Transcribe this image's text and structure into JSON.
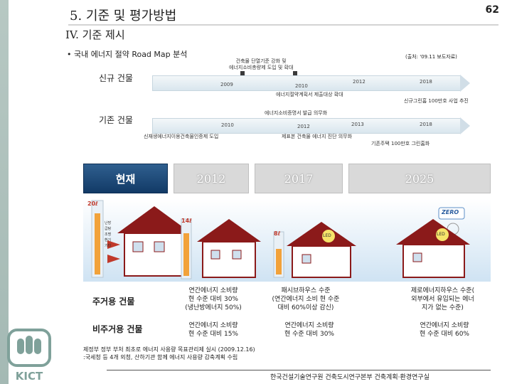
{
  "header": {
    "page_number": "62",
    "title": "5. 기준 및 평가방법",
    "subtitle": "IV. 기준 제시"
  },
  "section": {
    "bullet": "• 국내 에너지 절약 Road Map 분석",
    "source": "(출처: '09.11 보도자료)"
  },
  "roadmap": {
    "new_building": {
      "label": "신규 건물",
      "top_note": "건축물 단열기준 강화 및\n에너지소비총량제 도입 및 확대",
      "years": [
        "2009",
        "2010",
        "2012",
        "2018"
      ],
      "below_note": "에너지절약계획서 제출대상 확대",
      "right_note": "신규그린홈 100만호 사업 추진"
    },
    "existing_building": {
      "label": "기존 건물",
      "top_note": "에너지소비증명서 발급 의무화",
      "years": [
        "2010",
        "2012",
        "2013",
        "2018"
      ],
      "left_note": "신재생에너지이용건축물인증제 도입",
      "mid_note": "제표본 건축물 에너지 진단 의무화",
      "right_note": "기존주택 100만호 그린홈화"
    }
  },
  "timeline": {
    "current": "현재",
    "years": [
      "2012",
      "2017",
      "2025"
    ]
  },
  "illustration": {
    "therm_current": "20ℓ",
    "therm_2012": "14ℓ",
    "therm_2017": "8ℓ",
    "zero_badge": "ZERO",
    "led_label": "LED",
    "current_side_labels": [
      "난방",
      "급탕",
      "조명",
      "환기",
      "기타"
    ]
  },
  "table": {
    "rows": [
      {
        "category": "주거용 건물",
        "cells": [
          "연간에너지 소비량\n현 수준 대비 30%\n(냉난방에너지 50%)",
          "패시브하우스 수준\n(연간에너지 소비 현 수준\n대비 60%이상 감신)",
          "제로에너지하우스 수준(\n외부에서 유입되는 에너\n지가 없는 수준)"
        ]
      },
      {
        "category": "비주거용 건물",
        "cells": [
          "연간에너지 소비량\n현 수준 대비 15%",
          "연간에너지 소비량\n현 수준 대비 30%",
          "연간에너지 소비량\n현 수준 대비 60%"
        ]
      }
    ]
  },
  "footnote": "제정부 정부 부처 최초로 에너지 사용량 목표관리제 실시 (2009.12.16)\n:국세청 등 4개 외청, 산하기관 함께 에너지 사용량 감축계획 수립",
  "logo_text": "KICT",
  "footer": "한국건설기술연구원 건축도시연구본부 건축계획·환경연구실",
  "colors": {
    "left_bar": "#a4b9b4",
    "current_header": "#1f4a78",
    "year_header": "#d9d9d9",
    "panel_sky": "#cfe3f3",
    "house_roof": "#8b1a1a",
    "logo_green": "#7fa19a"
  }
}
